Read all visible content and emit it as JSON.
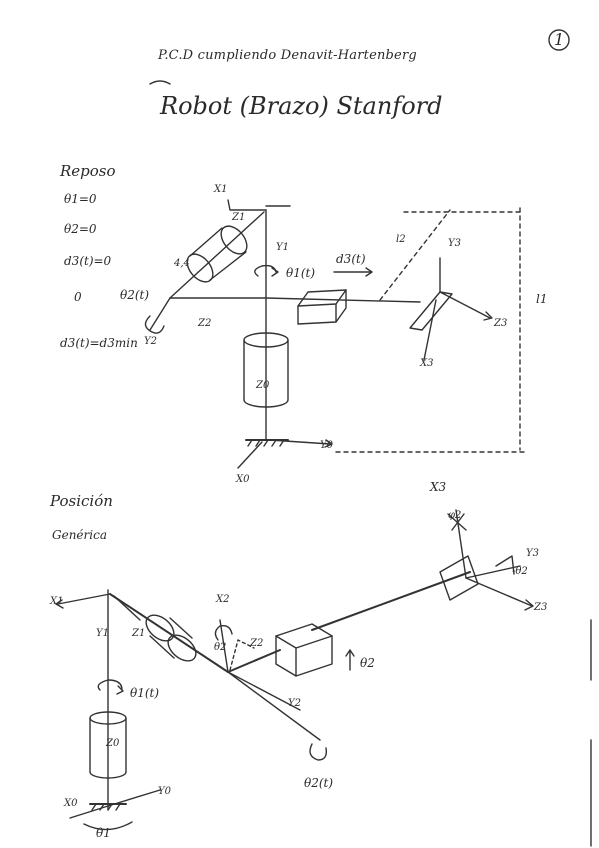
{
  "page": {
    "number": "1",
    "subtitle": "P.C.D cumpliendo Denavit-Hartenberg",
    "title": "Robot (Brazo) Stanford"
  },
  "rest": {
    "heading": "Reposo",
    "conditions": [
      "θ1=0",
      "θ2=0",
      "d3(t)=0",
      "0",
      "d3(t)=d3min"
    ],
    "labels": {
      "x1": "X1",
      "z1": "Z1",
      "y1": "Y1",
      "a": "4,4",
      "theta2_t": "θ2(t)",
      "z2": "Z2",
      "y2": "Y2",
      "theta1_t": "θ1(t)",
      "d3_t": "d3(t)",
      "ell2": "l2",
      "y3": "Y3",
      "z3": "Z3",
      "x3": "X3",
      "ell1": "l1",
      "z0": "Z0",
      "y0": "Y0",
      "x0": "X0"
    }
  },
  "general": {
    "heading1": "Posición",
    "heading2": "Genérica",
    "labels": {
      "x1": "X1",
      "y1": "Y1",
      "z1": "Z1",
      "theta1_t": "θ1(t)",
      "z0": "Z0",
      "x0": "X0",
      "y0": "Y0",
      "theta1": "θ1",
      "x2": "X2",
      "theta2_mark": "θ2",
      "z2": "Z2",
      "y2": "Y2",
      "theta2_t": "θ2(t)",
      "theta2": "θ2",
      "x3": "X3",
      "phi2": "φ2",
      "y3": "Y3",
      "z3": "Z3",
      "minus_theta2": "-θ2"
    }
  }
}
